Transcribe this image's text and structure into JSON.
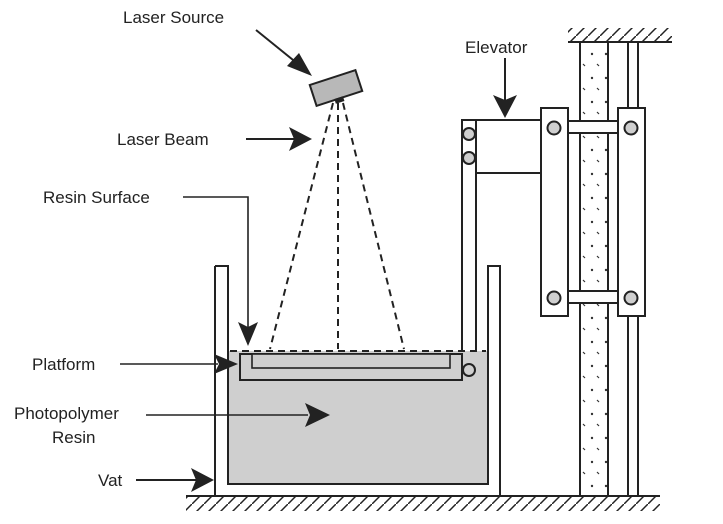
{
  "labels": {
    "laser_source": "Laser Source",
    "laser_beam": "Laser Beam",
    "resin_surface": "Resin Surface",
    "elevator": "Elevator",
    "platform": "Platform",
    "photopolymer_line1": "Photopolymer",
    "photopolymer_line2": "Resin",
    "vat": "Vat"
  },
  "colors": {
    "resin": "#cfcfcf",
    "laser_body": "#b8b8b8",
    "ink": "#222222"
  }
}
